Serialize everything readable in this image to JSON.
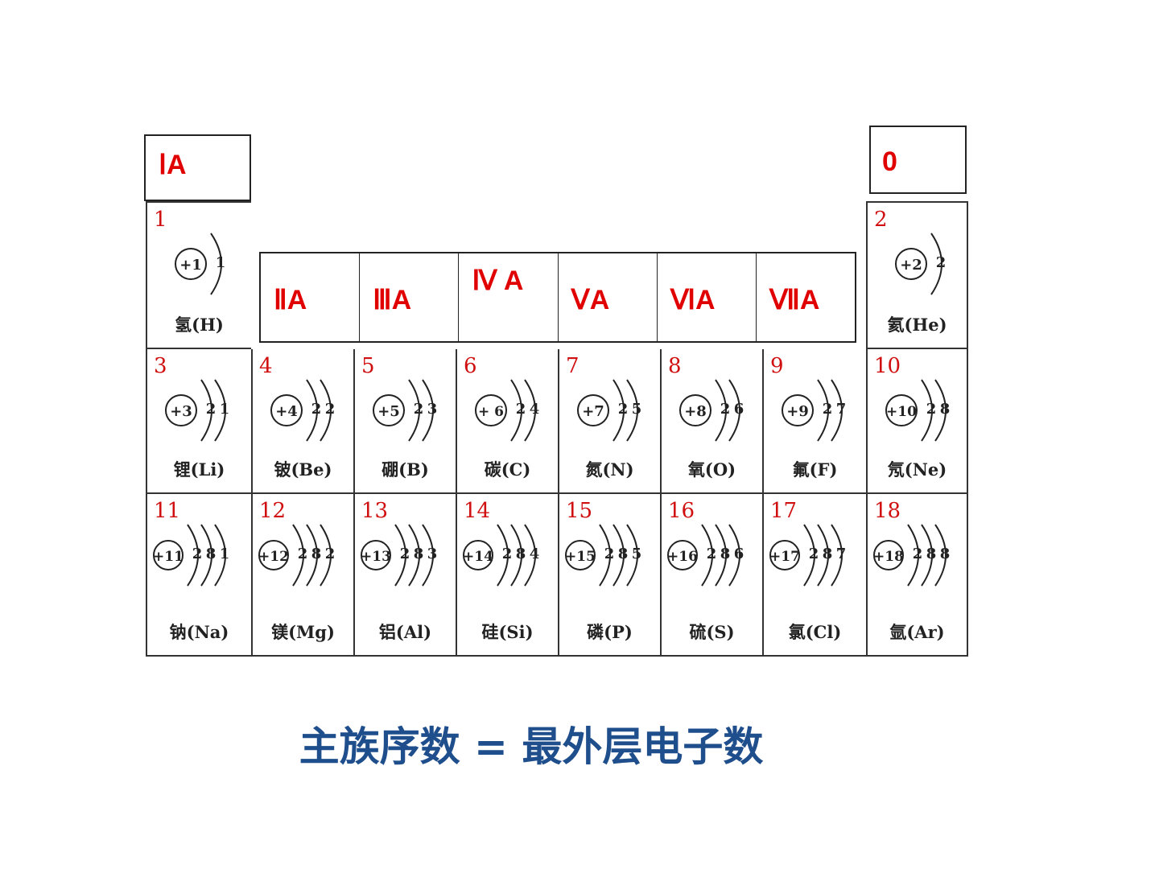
{
  "group_headers": {
    "ia": "ⅠA",
    "zero": "0",
    "middle": [
      "ⅡA",
      "ⅢA",
      "Ⅳ A",
      "ⅤA",
      "ⅥA",
      "ⅦA"
    ]
  },
  "elements": [
    {
      "number": "1",
      "nucleus": "+1",
      "shells": [
        "1"
      ],
      "name": "氢(H)"
    },
    {
      "number": "2",
      "nucleus": "+2",
      "shells": [
        "2"
      ],
      "name": "氦(He)"
    },
    {
      "number": "3",
      "nucleus": "+3",
      "shells": [
        "2",
        "1"
      ],
      "name": "锂(Li)"
    },
    {
      "number": "4",
      "nucleus": "+4",
      "shells": [
        "2",
        "2"
      ],
      "name": "铍(Be)"
    },
    {
      "number": "5",
      "nucleus": "+5",
      "shells": [
        "2",
        "3"
      ],
      "name": "硼(B)"
    },
    {
      "number": "6",
      "nucleus": "+ 6",
      "shells": [
        "2",
        "4"
      ],
      "name": "碳(C)"
    },
    {
      "number": "7",
      "nucleus": "+7",
      "shells": [
        "2",
        "5"
      ],
      "name": "氮(N)"
    },
    {
      "number": "8",
      "nucleus": "+8",
      "shells": [
        "2",
        "6"
      ],
      "name": "氧(O)"
    },
    {
      "number": "9",
      "nucleus": "+9",
      "shells": [
        "2",
        "7"
      ],
      "name": "氟(F)"
    },
    {
      "number": "10",
      "nucleus": "+10",
      "shells": [
        "2",
        "8"
      ],
      "name": "氖(Ne)"
    },
    {
      "number": "11",
      "nucleus": "+11",
      "shells": [
        "2",
        "8",
        "1"
      ],
      "name": "钠(Na)"
    },
    {
      "number": "12",
      "nucleus": "+12",
      "shells": [
        "2",
        "8",
        "2"
      ],
      "name": "镁(Mg)"
    },
    {
      "number": "13",
      "nucleus": "+13",
      "shells": [
        "2",
        "8",
        "3"
      ],
      "name": "铝(Al)"
    },
    {
      "number": "14",
      "nucleus": "+14",
      "shells": [
        "2",
        "8",
        "4"
      ],
      "name": "硅(Si)"
    },
    {
      "number": "15",
      "nucleus": "+15",
      "shells": [
        "2",
        "8",
        "5"
      ],
      "name": "磷(P)"
    },
    {
      "number": "16",
      "nucleus": "+16",
      "shells": [
        "2",
        "8",
        "6"
      ],
      "name": "硫(S)"
    },
    {
      "number": "17",
      "nucleus": "+17",
      "shells": [
        "2",
        "8",
        "7"
      ],
      "name": "氯(Cl)"
    },
    {
      "number": "18",
      "nucleus": "+18",
      "shells": [
        "2",
        "8",
        "8"
      ],
      "name": "氩(Ar)"
    }
  ],
  "rule_text": "主族序数 = 最外层电子数"
}
